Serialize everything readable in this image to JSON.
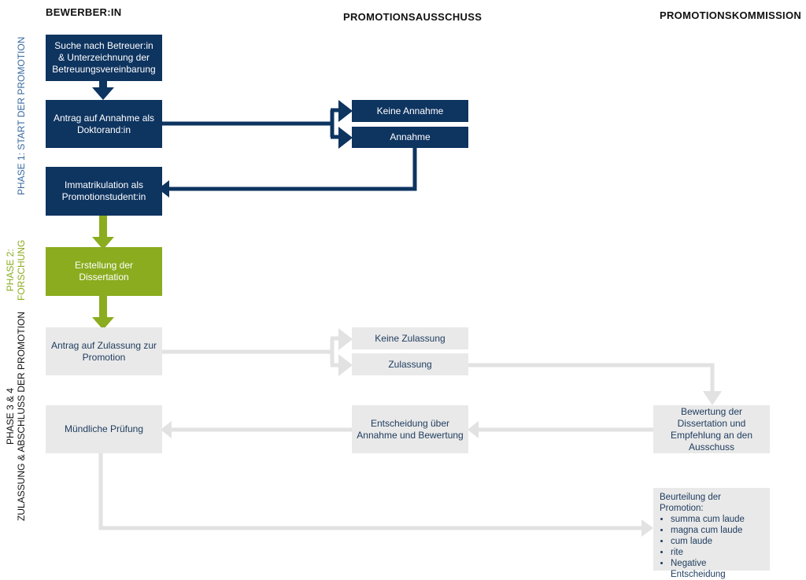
{
  "columns": {
    "applicant": "BEWERBER:IN",
    "committee": "PROMOTIONSAUSSCHUSS",
    "commission": "PROMOTIONSKOMMISSION"
  },
  "phases": {
    "phase1": "PHASE 1: START DER PROMOTION",
    "phase2_line1": "PHASE 2:",
    "phase2_line2": "FORSCHUNG",
    "phase34_line1": "PHASE 3 & 4",
    "phase34_line2": "ZULASSUNG & ABSCHLUSS DER  PROMOTION"
  },
  "boxes": {
    "supervisor_search": "Suche nach Betreuer:in & Unterzeichnung der Betreuungsvereinbarung",
    "application_doctoral": "Antrag auf Annahme als Doktorand:in",
    "no_acceptance": "Keine Annahme",
    "acceptance": "Annahme",
    "enrollment": "Immatrikulation als Promotionstudent:in",
    "dissertation": "Erstellung der Dissertation",
    "application_admission": "Antrag auf Zulassung zur Promotion",
    "no_admission": "Keine Zulassung",
    "admission": "Zulassung",
    "evaluation": "Bewertung der Dissertation und Empfehlung an den Ausschuss",
    "decision": "Entscheidung über Annahme und Bewertung",
    "oral_exam": "Mündliche Prüfung",
    "grading_title": "Beurteilung der Promotion:",
    "grades": [
      "summa cum laude",
      "magna cum laude",
      "cum laude",
      "rite",
      "Negative Entscheidung"
    ]
  },
  "colors": {
    "navy": "#0e3460",
    "green": "#8aac1e",
    "gray": "#e9e9e9"
  }
}
